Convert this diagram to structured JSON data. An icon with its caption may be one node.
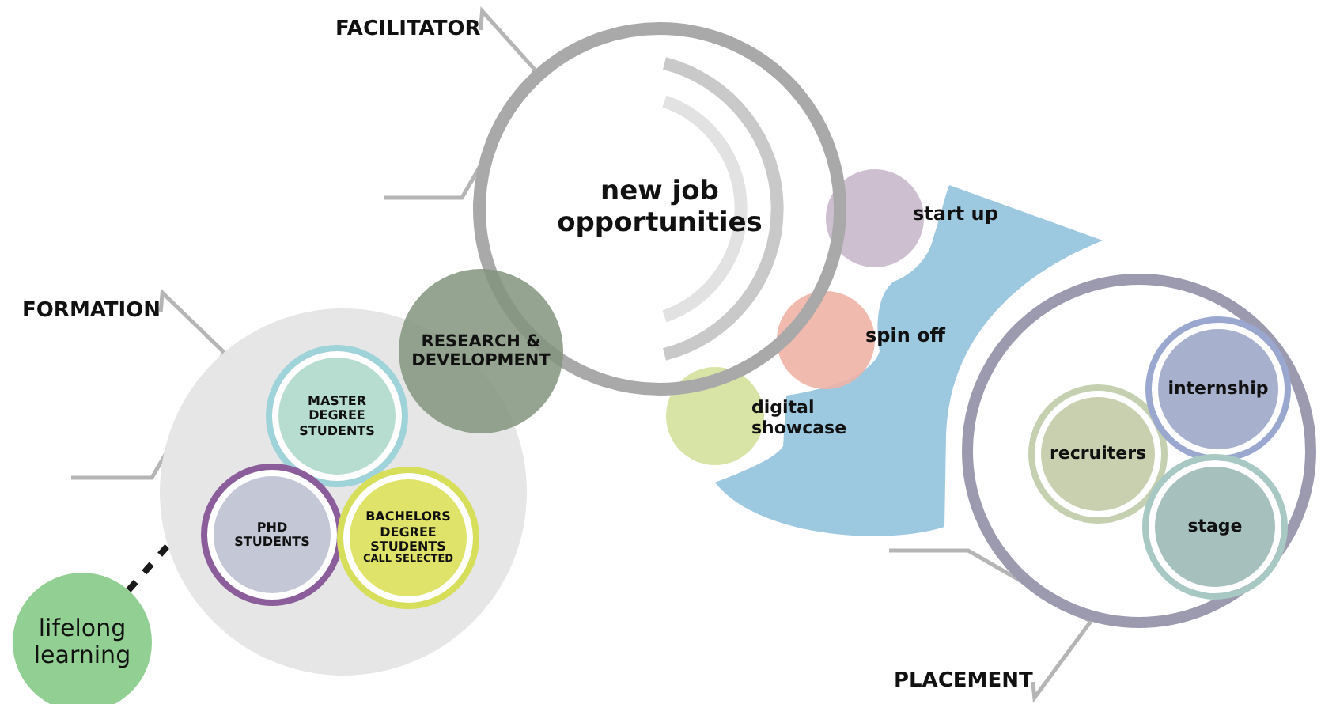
{
  "diagram": {
    "nodes": [
      {
        "text": [
          "FORMATION"
        ]
      },
      {
        "text": [],
        "shape": "circle"
      },
      {
        "text": [
          "MASTER DEGREE STUDENTS"
        ],
        "in": 1
      },
      {
        "text": [
          "PHD STUDENTS"
        ],
        "in": 1
      },
      {
        "text": [
          "BACHELORS DEGREE STUDENTS",
          "CALL SELECTED"
        ],
        "in": 1
      },
      {
        "text": [
          "RESEARCH & DEVELOPMENT"
        ]
      },
      {
        "text": [
          "FACILITATOR"
        ]
      },
      {
        "text": [
          "new job opportunities"
        ]
      },
      {
        "text": [
          "start up"
        ]
      },
      {
        "text": [
          "spin off"
        ]
      },
      {
        "text": [
          "digital showcase"
        ]
      },
      {
        "text": [
          "PLACEMENT"
        ]
      },
      {
        "text": [],
        "shape": "circle"
      },
      {
        "text": [
          "recruiters"
        ],
        "in": 12
      },
      {
        "text": [
          "internship"
        ],
        "in": 12
      },
      {
        "text": [
          "stage"
        ],
        "in": 12
      },
      {
        "text": [
          "lifelong learning"
        ]
      }
    ],
    "edges": [
      {
        "from": 0,
        "to": 1,
        "arrow": "none"
      },
      {
        "from": 6,
        "to": 7,
        "arrow": "none"
      },
      {
        "from": 11,
        "to": 12,
        "arrow": "none"
      },
      {
        "from": 16,
        "to": 1,
        "arrow": "none",
        "style": "dashed",
        "color": "#1a1a1a"
      }
    ]
  }
}
